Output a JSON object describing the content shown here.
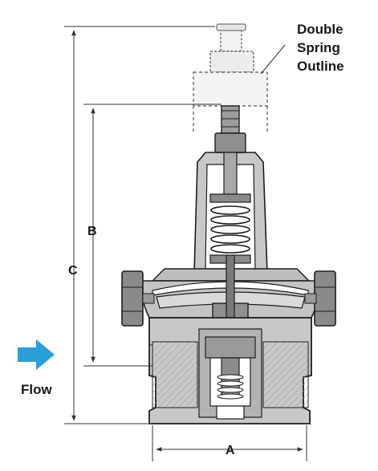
{
  "labels": {
    "dim_a": "A",
    "dim_b": "B",
    "dim_c": "C",
    "flow": "Flow",
    "note_line1": "Double",
    "note_line2": "Spring",
    "note_line3": "Outline"
  },
  "colors": {
    "body": "#c8c8c8",
    "body_dark": "#8a8a8a",
    "outline": "#1e1e1e",
    "flow_arrow": "#2a9fd8",
    "dim_line": "#333333"
  }
}
